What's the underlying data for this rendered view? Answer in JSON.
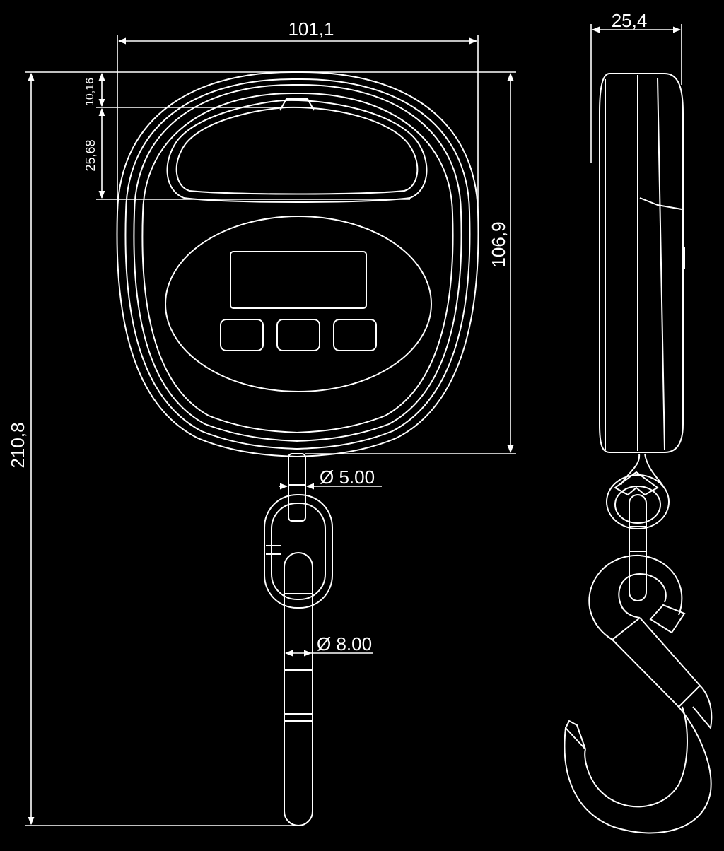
{
  "colors": {
    "background": "#000000",
    "line": "#ffffff"
  },
  "dimensions": {
    "front_width": "101,1",
    "side_depth": "25,4",
    "total_height": "210,8",
    "body_height": "106,9",
    "top_offset": "10,16",
    "handle_height": "25,68",
    "chain_diameter": "Ø 5.00",
    "rod_diameter": "Ø 8.00"
  },
  "views": {
    "front": "front-view",
    "side": "side-view"
  }
}
